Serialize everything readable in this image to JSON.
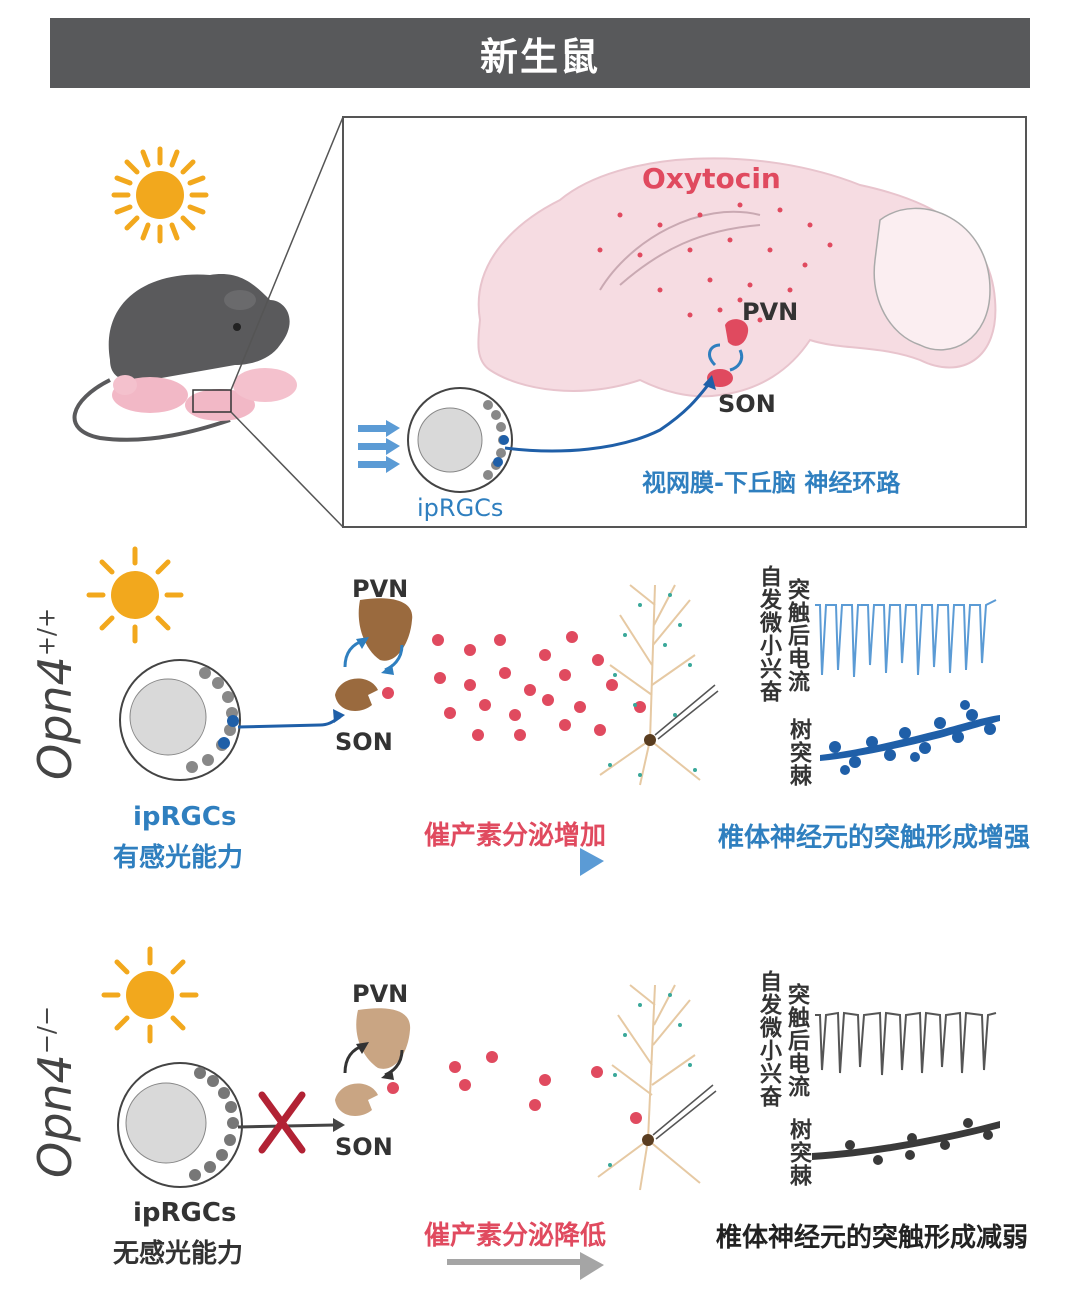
{
  "header": {
    "title": "新生鼠"
  },
  "inset": {
    "oxytocin_label": "Oxytocin",
    "pvn_label": "PVN",
    "son_label": "SON",
    "iprgc_label": "ipRGCs",
    "circuit_label": "视网膜-下丘脑 神经环路"
  },
  "wildtype": {
    "genotype": "Opn4",
    "genotype_sup": "+/+",
    "pvn_label": "PVN",
    "son_label": "SON",
    "iprgc_line1": "ipRGCs",
    "iprgc_line2": "有感光能力",
    "oxytocin_effect": "催产素分泌增加",
    "epsc_label_1": "自发微小兴奋",
    "epsc_label_2": "突触后电流",
    "spine_label": "树突棘",
    "outcome": "椎体神经元的突触形成增强"
  },
  "knockout": {
    "genotype": "Opn4",
    "genotype_sup": "−/−",
    "pvn_label": "PVN",
    "son_label": "SON",
    "iprgc_line1": "ipRGCs",
    "iprgc_line2": "无感光能力",
    "oxytocin_effect": "催产素分泌降低",
    "epsc_label_1": "自发微小兴奋",
    "epsc_label_2": "突触后电流",
    "spine_label": "树突棘",
    "outcome": "椎体神经元的突触形成减弱"
  },
  "colors": {
    "sun": "#f2a81d",
    "blue": "#2f7fbf",
    "red": "#e04a5f",
    "brown": "#9a6a3e",
    "tan": "#c9a583",
    "dark_gray": "#58595b"
  }
}
